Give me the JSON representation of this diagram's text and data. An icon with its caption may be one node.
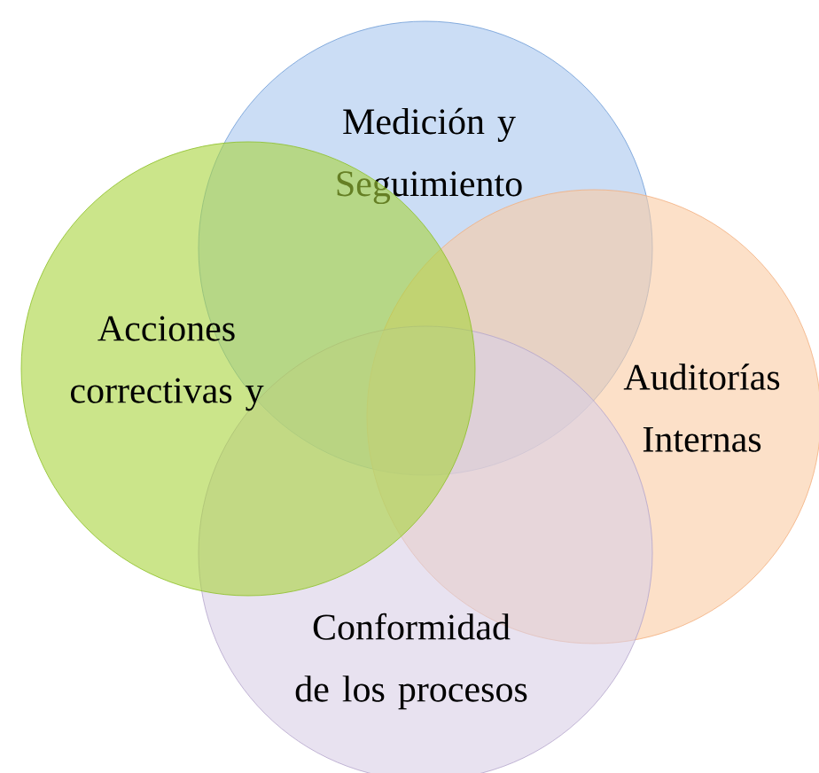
{
  "diagram": {
    "nodes": [
      {
        "text": [
          "Medición y Seguimiento"
        ]
      },
      {
        "text": [
          "Auditorías Internas"
        ]
      },
      {
        "text": [
          "Conformidad de los procesos"
        ]
      },
      {
        "text": [
          "Acciones correctivas y"
        ]
      }
    ]
  }
}
